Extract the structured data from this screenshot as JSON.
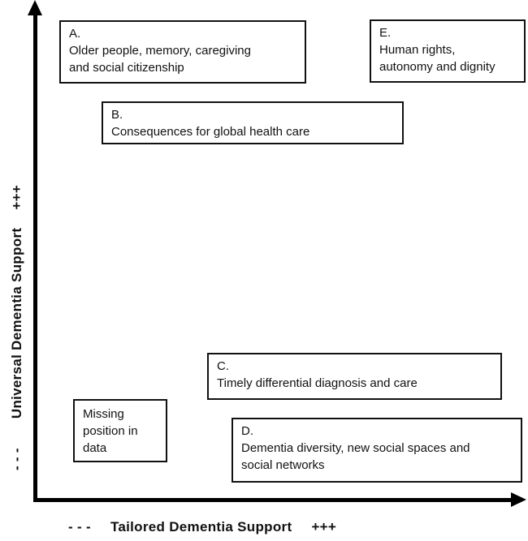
{
  "boxes": {
    "a": {
      "lines": [
        "A.",
        "Older people, memory, caregiving",
        "and social citizenship"
      ]
    },
    "b": {
      "lines": [
        "B.",
        "Consequences for global health care"
      ]
    },
    "c": {
      "lines": [
        "C.",
        "Timely differential diagnosis and care"
      ]
    },
    "d": {
      "lines": [
        "D.",
        "Dementia diversity, new social spaces and",
        "social networks"
      ]
    },
    "e": {
      "lines": [
        "E.",
        "Human rights,",
        "autonomy and dignity"
      ]
    },
    "missing": {
      "lines": [
        "Missing",
        "position in",
        "data"
      ]
    }
  },
  "axes": {
    "x": {
      "neg": "- - -",
      "title": "Tailored Dementia Support",
      "pos": "+++"
    },
    "y": {
      "neg": "- - -",
      "title": "Universal Dementia Support",
      "pos": "+++"
    }
  },
  "colors": {
    "ink": "#111111",
    "background": "#ffffff"
  }
}
